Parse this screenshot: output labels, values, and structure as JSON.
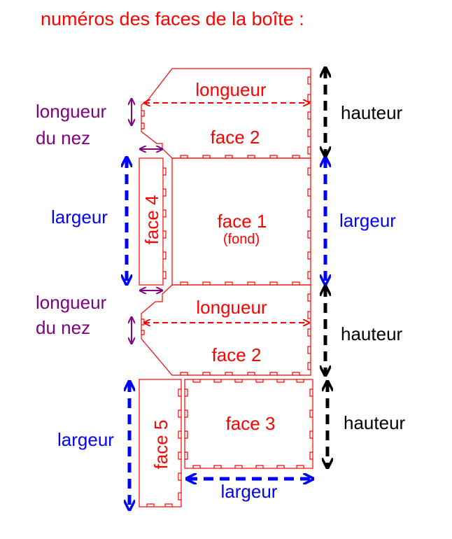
{
  "title": "numéros des faces de la boîte :",
  "colors": {
    "red": "#ff0000",
    "blue": "#0000ff",
    "purple": "#800080",
    "black": "#000000"
  },
  "pieces": {
    "top_face2": {
      "face_label": "face 2",
      "dim_label": "longueur"
    },
    "face1": {
      "face_label": "face 1",
      "sub_label": "(fond)"
    },
    "face4": {
      "face_label": "face 4"
    },
    "bottom_face2": {
      "face_label": "face 2",
      "dim_label": "longueur"
    },
    "face3": {
      "face_label": "face 3"
    },
    "face5": {
      "face_label": "face 5"
    }
  },
  "dimensions": {
    "nose_length_line1": "longueur",
    "nose_length_line2": "du nez",
    "height": "hauteur",
    "width": "largeur"
  }
}
